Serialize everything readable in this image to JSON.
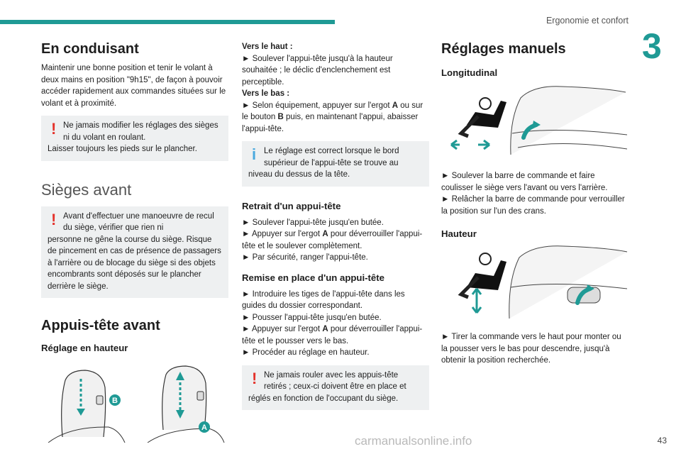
{
  "header": {
    "section_title": "Ergonomie et confort",
    "chapter": "3"
  },
  "col1": {
    "h_driving": "En conduisant",
    "p_driving": "Maintenir une bonne position et tenir le volant à deux mains en position \"9h15\", de façon à pouvoir accéder rapidement aux commandes situées sur le volant et à proximité.",
    "warn1_a": "Ne jamais modifier les réglages des sièges ni du volant en roulant.",
    "warn1_b": "Laisser toujours les pieds sur le plancher.",
    "h_front_seats": "Sièges avant",
    "warn2_a": "Avant d'effectuer une manoeuvre de recul du siège, vérifier que rien ni",
    "warn2_b": "personne ne gêne la course du siège. Risque de pincement en cas de présence de passagers à l'arrière ou de blocage du siège si des objets encombrants sont déposés sur le plancher derrière le siège.",
    "h_headrests": "Appuis-tête avant",
    "h_height": "Réglage en hauteur",
    "label_b": "B",
    "label_a": "A"
  },
  "col2": {
    "up_label": "Vers le haut :",
    "up_text": "► Soulever l'appui-tête jusqu'à la hauteur souhaitée ; le déclic d'enclenchement est perceptible.",
    "down_label": "Vers le bas :",
    "down_text_1": "► Selon équipement, appuyer sur l'ergot ",
    "down_text_a": "A",
    "down_text_2": " ou sur le bouton ",
    "down_text_b": "B",
    "down_text_3": " puis, en maintenant l'appui, abaisser l'appui-tête.",
    "info_a": "Le réglage est correct lorsque le bord supérieur de l'appui-tête se trouve au",
    "info_b": "niveau du dessus de la tête.",
    "h_remove": "Retrait d'un appui-tête",
    "remove_1": "► Soulever l'appui-tête jusqu'en butée.",
    "remove_2a": "► Appuyer sur l'ergot ",
    "remove_2b": "A",
    "remove_2c": " pour déverrouiller l'appui-tête et le soulever complètement.",
    "remove_3": "► Par sécurité, ranger l'appui-tête.",
    "h_refit": "Remise en place d'un appui-tête",
    "refit_1": "► Introduire les tiges de l'appui-tête dans les guides du dossier correspondant.",
    "refit_2": "► Pousser l'appui-tête jusqu'en butée.",
    "refit_3a": "► Appuyer sur l'ergot ",
    "refit_3b": "A",
    "refit_3c": " pour déverrouiller l'appui-tête et le pousser vers le bas.",
    "refit_4": "► Procéder au réglage en hauteur.",
    "warn3_a": "Ne jamais rouler avec les appuis-tête retirés ; ceux-ci doivent être en place et",
    "warn3_b": "réglés en fonction de l'occupant du siège."
  },
  "col3": {
    "h_manual": "Réglages manuels",
    "h_long": "Longitudinal",
    "long_1": "► Soulever la barre de commande et faire coulisser le siège vers l'avant ou vers l'arrière.",
    "long_2": "► Relâcher la barre de commande pour verrouiller la position sur l'un des crans.",
    "h_height": "Hauteur",
    "height_1": "► Tirer la commande vers le haut pour monter ou la pousser vers le bas pour descendre, jusqu'à obtenir la position recherchée."
  },
  "footer": {
    "page": "43",
    "watermark": "carmanualsonline.info"
  }
}
